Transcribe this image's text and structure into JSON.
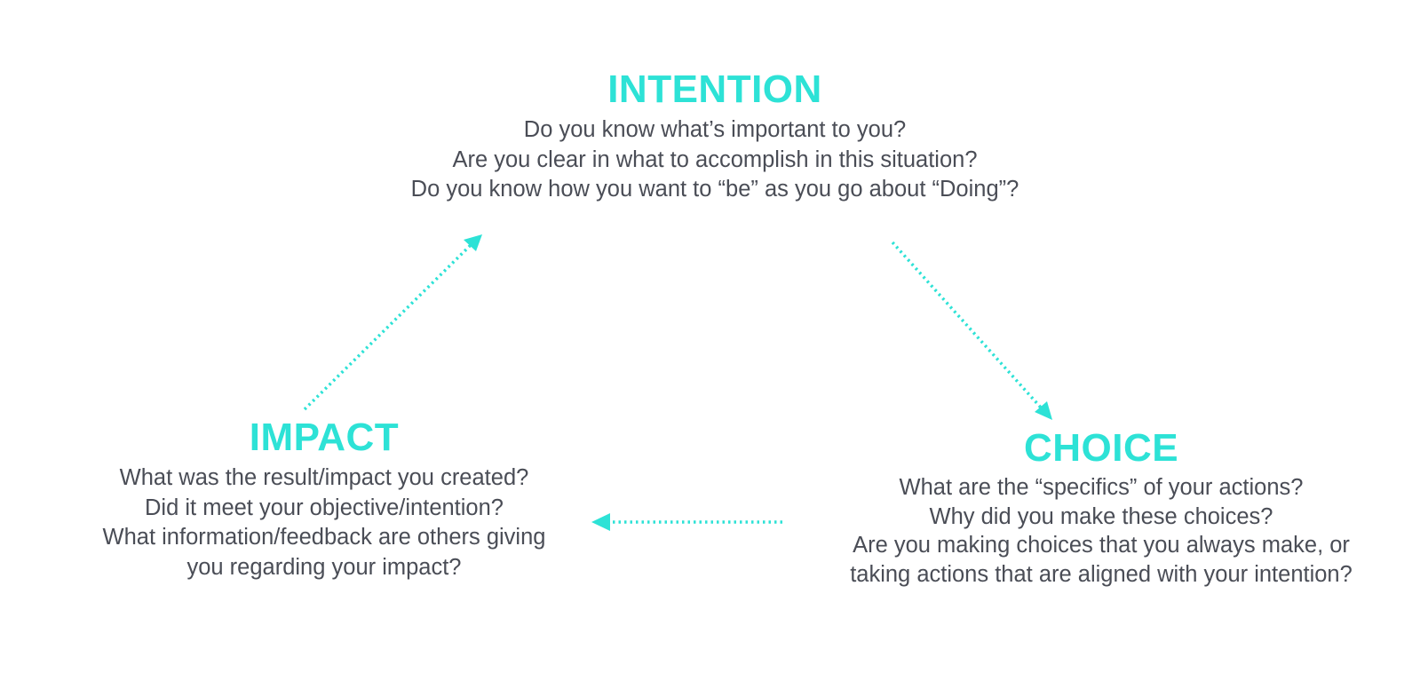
{
  "accent_color": "#2de2d6",
  "text_color": "#4a4d56",
  "nodes": {
    "intention": {
      "title": "INTENTION",
      "lines": [
        "Do you know what’s important to you?",
        "Are you clear in what to accomplish in this situation?",
        "Do you know how you want to “be” as you go about “Doing”?"
      ]
    },
    "impact": {
      "title": "IMPACT",
      "lines": [
        "What was the result/impact you created?",
        "Did it meet your objective/intention?",
        "What information/feedback are others giving",
        "you regarding your impact?"
      ]
    },
    "choice": {
      "title": "CHOICE",
      "lines": [
        "What are the “specifics” of your actions?",
        "Why did you make these choices?",
        "Are you making choices that you always make, or",
        "taking actions that are aligned with your intention?"
      ]
    }
  },
  "arrows": [
    {
      "from": "impact",
      "to": "intention",
      "style": "dotted"
    },
    {
      "from": "intention",
      "to": "choice",
      "style": "dotted"
    },
    {
      "from": "choice",
      "to": "impact",
      "style": "dotted"
    }
  ]
}
